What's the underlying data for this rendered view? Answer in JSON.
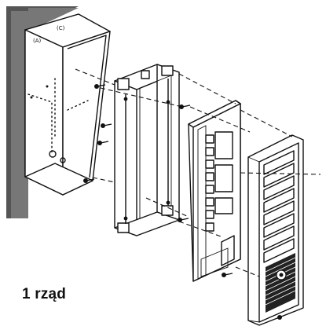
{
  "caption": "1 rząd",
  "wall_labels": {
    "left": "(A)",
    "right": "(C)"
  },
  "parts": [
    {
      "name": "flush-mounting-box",
      "icon": "wall-box"
    },
    {
      "name": "mounting-frame",
      "icon": "frame"
    },
    {
      "name": "audio-module-with-buttons",
      "icon": "module"
    },
    {
      "name": "front-panel-with-nameplates",
      "icon": "panel"
    }
  ],
  "button_count": 8,
  "colors": {
    "line": "#111111",
    "background": "#ffffff"
  }
}
